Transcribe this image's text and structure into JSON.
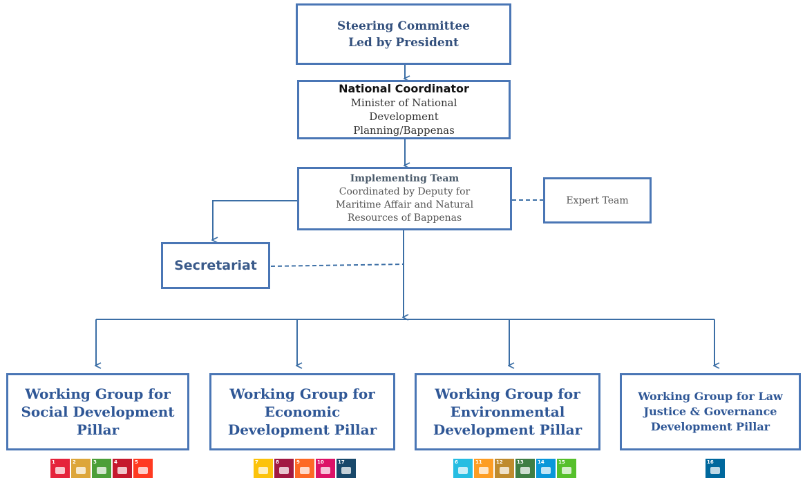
{
  "steering": {
    "line1": "Steering Committee",
    "line2": "Led by President"
  },
  "national": {
    "title": "National Coordinator",
    "line1": "Minister of National",
    "line2": "Development",
    "line3": "Planning/Bappenas"
  },
  "implementing": {
    "title": "Implementing Team",
    "line1": "Coordinated by Deputy for",
    "line2": "Maritime Affair and Natural",
    "line3": "Resources of Bappenas"
  },
  "expert": {
    "label": "Expert Team"
  },
  "secretariat": {
    "label": "Secretariat"
  },
  "working_groups": [
    {
      "line1": "Working Group for",
      "line2": "Social Development",
      "line3": "Pillar",
      "icons": [
        {
          "num": "1",
          "color": "#e5243b"
        },
        {
          "num": "2",
          "color": "#dda63a"
        },
        {
          "num": "3",
          "color": "#4c9f38"
        },
        {
          "num": "4",
          "color": "#c5192d"
        },
        {
          "num": "5",
          "color": "#ff3a21"
        }
      ]
    },
    {
      "line1": "Working Group for",
      "line2": "Economic",
      "line3": "Development Pillar",
      "icons": [
        {
          "num": "7",
          "color": "#fcc30b"
        },
        {
          "num": "8",
          "color": "#a21942"
        },
        {
          "num": "9",
          "color": "#fd6925"
        },
        {
          "num": "10",
          "color": "#dd1367"
        },
        {
          "num": "17",
          "color": "#19486a"
        }
      ]
    },
    {
      "line1": "Working Group for",
      "line2": "Environmental",
      "line3": "Development Pillar",
      "icons": [
        {
          "num": "6",
          "color": "#26bde2"
        },
        {
          "num": "11",
          "color": "#fd9d24"
        },
        {
          "num": "12",
          "color": "#bf8b2e"
        },
        {
          "num": "13",
          "color": "#3f7e44"
        },
        {
          "num": "14",
          "color": "#0a97d9"
        },
        {
          "num": "15",
          "color": "#56c02b"
        }
      ]
    },
    {
      "line1": "Working Group for Law",
      "line2": "Justice & Governance",
      "line3": "Development Pillar",
      "icons": [
        {
          "num": "16",
          "color": "#00689d"
        }
      ]
    }
  ],
  "colors": {
    "border": "#4a76b5",
    "connector": "#3b6ea5",
    "wg_text": "#2f5796"
  }
}
